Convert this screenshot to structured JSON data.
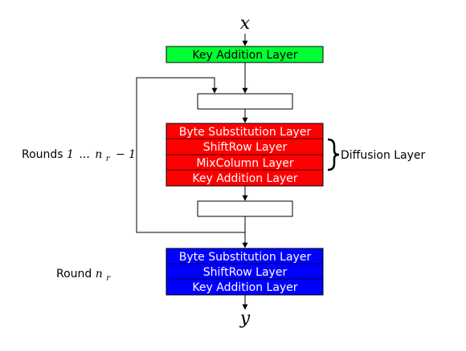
{
  "input_symbol": "x",
  "output_symbol": "y",
  "initial_layer": {
    "label": "Key Addition Layer",
    "color": "#00ff33"
  },
  "middle_round": {
    "color": "#ff0000",
    "layers": [
      "Byte Substitution Layer",
      "ShiftRow Layer",
      "MixColumn Layer",
      "Key Addition Layer"
    ],
    "brace_label": "Diffusion Layer"
  },
  "rounds_label": {
    "text": "Rounds ",
    "math_start": "1",
    "math_dots": "...",
    "math_var": "n",
    "math_sub": "r",
    "math_tail": "− 1"
  },
  "final_round": {
    "color": "#0000ff",
    "layers": [
      "Byte Substitution Layer",
      "ShiftRow Layer",
      "Key Addition Layer"
    ],
    "label_text": "Round ",
    "label_var": "n",
    "label_sub": "r"
  }
}
